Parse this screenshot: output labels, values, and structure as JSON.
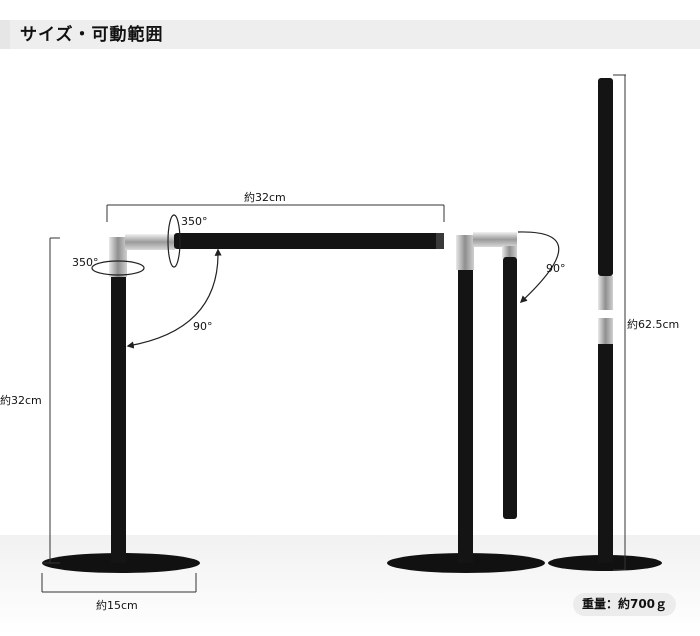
{
  "header": {
    "title": "サイズ・可動範囲"
  },
  "dimensions": {
    "arm_length": "約32cm",
    "height": "約32cm",
    "base_width": "約15cm",
    "max_height": "約62.5cm"
  },
  "rotation": {
    "head_rotation": "350°",
    "base_rotation": "350°",
    "arm_tilt": "90°",
    "side_tilt": "90°"
  },
  "weight": "重量：約700ｇ",
  "colors": {
    "lamp_body": "#141414",
    "metal": "#b8b8b8",
    "dimension_line": "#333333",
    "header_band": "#eeeeee"
  }
}
